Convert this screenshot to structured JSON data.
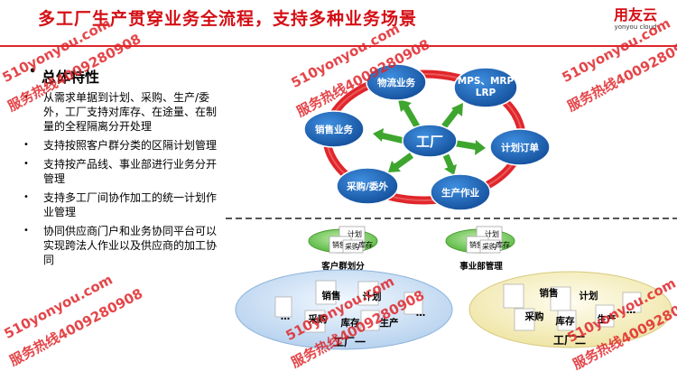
{
  "slide": {
    "title": "多工厂生产贯穿业务全流程，支持多种业务场景",
    "logo_main": "用友云",
    "logo_sub": "yonyou cloud",
    "section_title": "总体特性",
    "bullets": [
      "从需求单据到计划、采购、生产/委外，工厂支持对库存、在途量、在制量的全程隔离分开处理",
      "支持按照客户群分类的区隔计划管理",
      "支持按产品线、事业部进行业务分开管理",
      "支持多工厂间协作加工的统一计划作业管理",
      "协同供应商门户和业务协同平台可以实现跨法人作业以及供应商的加工协同"
    ]
  },
  "diagram": {
    "center": "工厂",
    "nodes": {
      "logistics": "物流业务",
      "mrp_line1": "MPS、MRP",
      "mrp_line2": "LRP",
      "sales": "销售业务",
      "plan_order": "计划订单",
      "purchase": "采购/委外",
      "production": "生产作业"
    },
    "group_customer": "客户群划分",
    "group_division": "事业部管理",
    "factory1": "工厂一",
    "factory2": "工厂二",
    "doc_labels": {
      "plan": "计划",
      "sales": "销售",
      "purchase": "采购",
      "inventory": "库存",
      "production": "生产",
      "ellipsis": "…"
    }
  },
  "watermarks": [
    "510yonyou.com",
    "服务热线4009280908"
  ],
  "colors": {
    "brand_red": "#d40f15",
    "node_blue": "#1e66b8",
    "arrow_green": "#3ea52e",
    "ellipse_blue": "#c5dcf2",
    "ellipse_yellow": "#f6f0c6"
  }
}
